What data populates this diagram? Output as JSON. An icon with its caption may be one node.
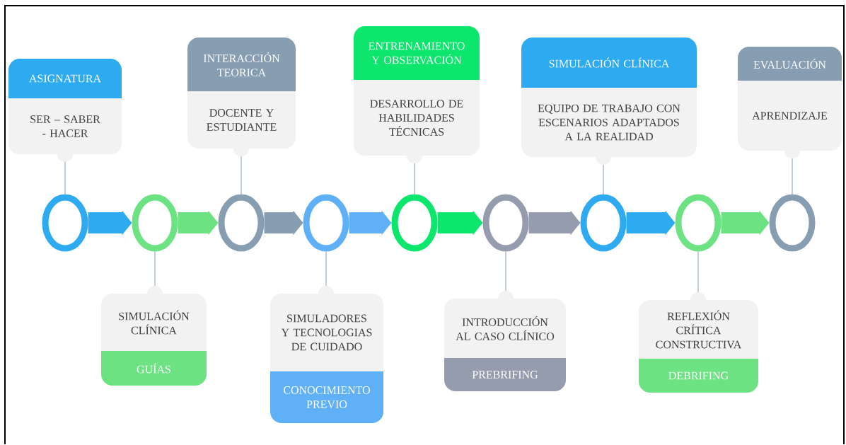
{
  "diagram": {
    "nodes": [
      {
        "text": [
          "ASIGNATURA",
          "SER – SABER - HACER"
        ]
      },
      {
        "text": [
          "SIMULACIÓN CLÍNICA",
          "GUÍAS"
        ]
      },
      {
        "text": [
          "INTERACCIÓN TEORICA",
          "DOCENTE Y ESTUDIANTE"
        ]
      },
      {
        "text": [
          "SIMULADORES Y TECNOLOGIAS DE CUIDADO",
          "CONOCIMIENTO PREVIO"
        ]
      },
      {
        "text": [
          "ENTRENAMIENTO Y OBSERVACIÓN",
          "DESARROLLO DE HABILIDADES TÉCNICAS"
        ]
      },
      {
        "text": [
          "INTRODUCCIÓN AL CASO CLÍNICO",
          "PREBRIFING"
        ]
      },
      {
        "text": [
          "SIMULACIÓN CLÍNICA",
          "EQUIPO DE TRABAJO CON ESCENARIOS ADAPTADOS A LA REALIDAD"
        ]
      },
      {
        "text": [
          "REFLEXIÓN CRÍTICA CONSTRUCTIVA",
          "DEBRIFING"
        ]
      },
      {
        "text": [
          "EVALUACIÓN",
          "APRENDIZAJE"
        ]
      },
      {
        "text": [],
        "shape": "circle"
      },
      {
        "text": [],
        "shape": "circle"
      },
      {
        "text": [],
        "shape": "circle"
      },
      {
        "text": [],
        "shape": "circle"
      },
      {
        "text": [],
        "shape": "circle"
      },
      {
        "text": [],
        "shape": "circle"
      },
      {
        "text": [],
        "shape": "circle"
      },
      {
        "text": [],
        "shape": "circle"
      },
      {
        "text": [],
        "shape": "circle"
      }
    ],
    "edges": [
      {
        "from": 0,
        "to": 9,
        "arrow": "none"
      },
      {
        "from": 1,
        "to": 10,
        "arrow": "none"
      },
      {
        "from": 2,
        "to": 11,
        "arrow": "none"
      },
      {
        "from": 3,
        "to": 12,
        "arrow": "none"
      },
      {
        "from": 4,
        "to": 13,
        "arrow": "none"
      },
      {
        "from": 5,
        "to": 14,
        "arrow": "none"
      },
      {
        "from": 6,
        "to": 15,
        "arrow": "none"
      },
      {
        "from": 7,
        "to": 16,
        "arrow": "none"
      },
      {
        "from": 8,
        "to": 17,
        "arrow": "none"
      },
      {
        "from": 9,
        "to": 10,
        "arrow": "to",
        "style": "thick",
        "color": "#2eaaf0"
      },
      {
        "from": 10,
        "to": 11,
        "arrow": "to",
        "style": "thick",
        "color": "#6ce282"
      },
      {
        "from": 11,
        "to": 12,
        "arrow": "to",
        "style": "thick",
        "color": "#879db1"
      },
      {
        "from": 12,
        "to": 13,
        "arrow": "to",
        "style": "thick",
        "color": "#60b0f8"
      },
      {
        "from": 13,
        "to": 14,
        "arrow": "to",
        "style": "thick",
        "color": "#0ce66c"
      },
      {
        "from": 14,
        "to": 15,
        "arrow": "to",
        "style": "thick",
        "color": "#959cad"
      },
      {
        "from": 15,
        "to": 16,
        "arrow": "to",
        "style": "thick",
        "color": "#2eaaf0"
      },
      {
        "from": 16,
        "to": 17,
        "arrow": "to",
        "style": "thick",
        "color": "#6ce282"
      }
    ]
  }
}
